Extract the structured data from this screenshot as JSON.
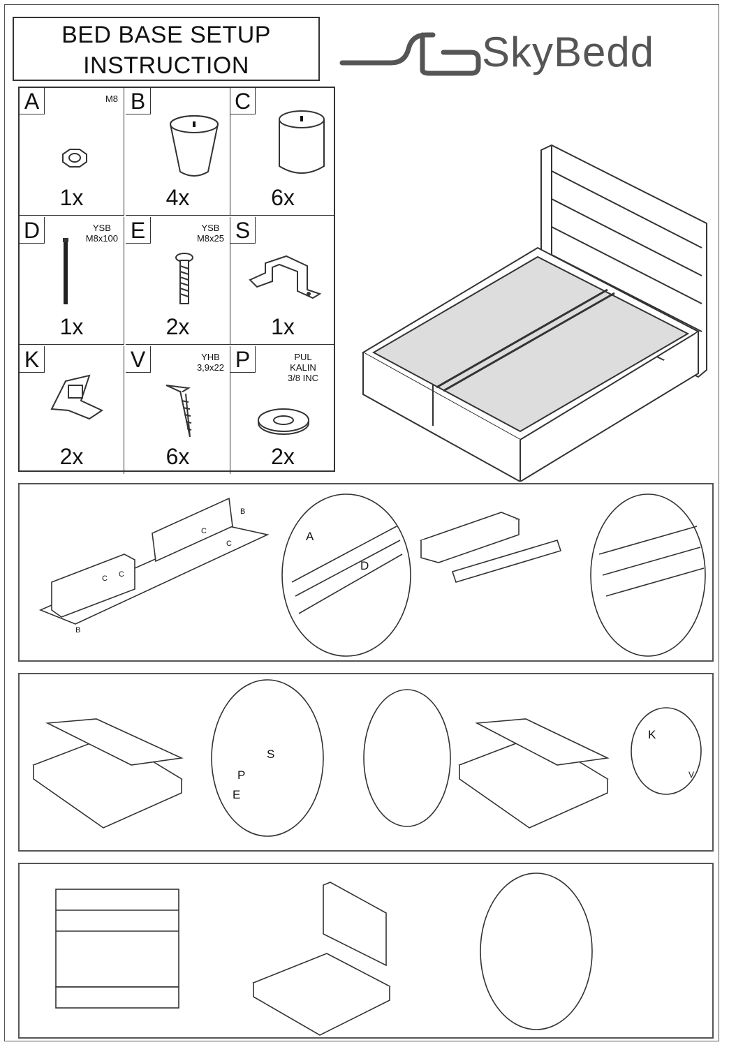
{
  "title": {
    "line1": "BED BASE SETUP",
    "line2": "INSTRUCTION"
  },
  "brand": {
    "name": "SkyBedd"
  },
  "parts": [
    {
      "letter": "A",
      "code": "M8",
      "qty": "1x",
      "icon": "nut-icon"
    },
    {
      "letter": "B",
      "code": "",
      "qty": "4x",
      "icon": "tapered-leg-icon"
    },
    {
      "letter": "C",
      "code": "",
      "qty": "6x",
      "icon": "cylinder-leg-icon"
    },
    {
      "letter": "D",
      "code": "YSB\nM8x100",
      "qty": "1x",
      "icon": "long-bolt-icon"
    },
    {
      "letter": "E",
      "code": "YSB\nM8x25",
      "qty": "2x",
      "icon": "short-bolt-icon"
    },
    {
      "letter": "S",
      "code": "",
      "qty": "1x",
      "icon": "bracket-icon"
    },
    {
      "letter": "K",
      "code": "",
      "qty": "2x",
      "icon": "clip-bracket-icon"
    },
    {
      "letter": "V",
      "code": "YHB\n3,9x22",
      "qty": "6x",
      "icon": "wood-screw-icon"
    },
    {
      "letter": "P",
      "code": "PUL\nKALIN\n3/8 INC",
      "qty": "2x",
      "icon": "washer-icon"
    }
  ],
  "step_labels": {
    "step1": {
      "a": "A",
      "d": "D",
      "b": "B",
      "c1": "C",
      "c2": "C",
      "c3": "C",
      "c4": "C",
      "b2": "B"
    },
    "step2": {
      "s": "S",
      "p": "P",
      "e": "E",
      "k": "K",
      "v": "V"
    }
  }
}
